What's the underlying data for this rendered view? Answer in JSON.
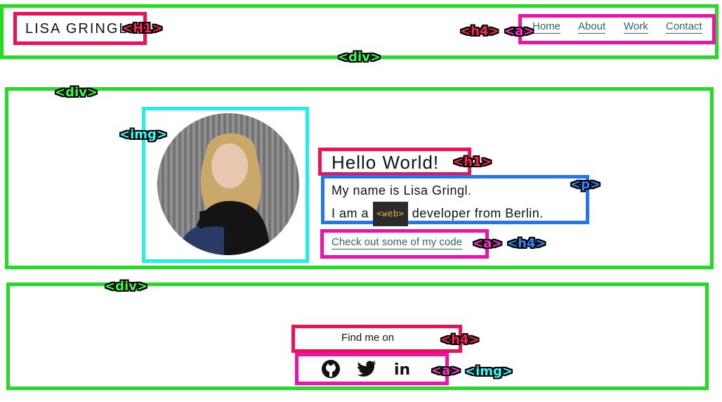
{
  "header": {
    "brand": "LISA GRINGL",
    "nav": [
      "Home",
      "About",
      "Work",
      "Contact"
    ]
  },
  "hero": {
    "heading": "Hello World!",
    "intro_line1": "My name is Lisa Gringl.",
    "intro_line2_pre": "I am a",
    "intro_code": "<web>",
    "intro_line2_post": "developer from Berlin.",
    "cta": "Check out some of my code"
  },
  "footer": {
    "find_me": "Find me on",
    "social_icons": [
      "github-icon",
      "twitter-icon",
      "linkedin-icon"
    ],
    "linkedin_text": "in"
  },
  "annotations": {
    "header_h1": "<H1>",
    "header_h4": "<h4>",
    "header_a": "<a>",
    "header_div": "<div>",
    "hero_div": "<div>",
    "hero_img": "<img>",
    "hero_h1": "<h1>",
    "hero_p": "<p>",
    "hero_a": "<a>",
    "hero_h4": "<h4>",
    "footer_div": "<div>",
    "footer_h4": "<h4>",
    "footer_a": "<a>",
    "footer_img": "<img>"
  },
  "colors": {
    "div_outline": "#22dd22",
    "heading_outline": "#ee1155",
    "link_outline": "#ee11aa",
    "image_outline": "#22eeee",
    "paragraph_outline": "#2277ee",
    "link_text": "#2d6a5f",
    "code_bg": "#2b2b2b",
    "code_text": "#e8b84a"
  }
}
